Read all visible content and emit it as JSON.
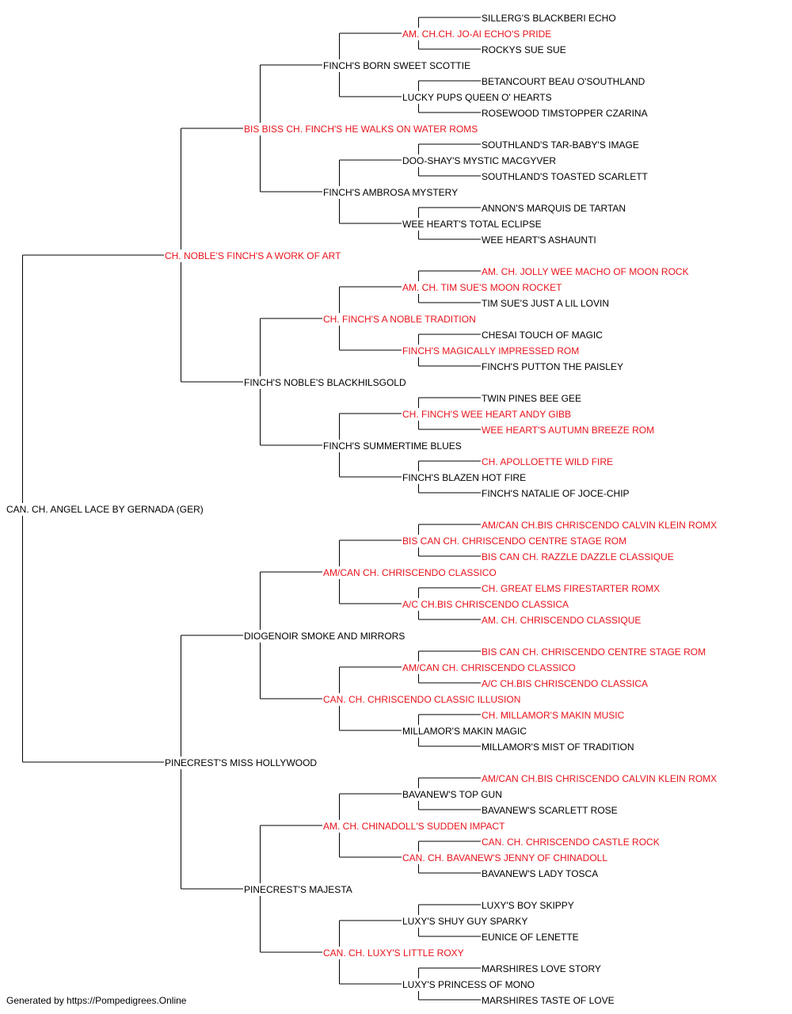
{
  "colors": {
    "champion": "#e8141c",
    "normal": "#000000",
    "line": "#000000"
  },
  "subject": {
    "name": "CAN. CH. ANGEL LACE BY GERNADA (GER)",
    "champion": false
  },
  "parents": [
    {
      "name": "CH. NOBLE'S FINCH'S A WORK OF ART",
      "champion": true
    },
    {
      "name": "PINECREST'S MISS HOLLYWOOD",
      "champion": false
    }
  ],
  "grandparents": [
    {
      "name": "BIS BISS CH. FINCH'S HE WALKS ON WATER ROMS",
      "champion": true
    },
    {
      "name": "FINCH'S NOBLE'S BLACKHILSGOLD",
      "champion": false
    },
    {
      "name": "DIOGENOIR SMOKE AND MIRRORS",
      "champion": false
    },
    {
      "name": "PINECREST'S MAJESTA",
      "champion": false
    }
  ],
  "great_grandparents": [
    {
      "name": "FINCH'S BORN SWEET SCOTTIE",
      "champion": false
    },
    {
      "name": "FINCH'S AMBROSA MYSTERY",
      "champion": false
    },
    {
      "name": "CH. FINCH'S A NOBLE TRADITION",
      "champion": true
    },
    {
      "name": "FINCH'S SUMMERTIME BLUES",
      "champion": false
    },
    {
      "name": "AM/CAN CH. CHRISCENDO CLASSICO",
      "champion": true
    },
    {
      "name": "CAN. CH. CHRISCENDO CLASSIC ILLUSION",
      "champion": true
    },
    {
      "name": "AM. CH. CHINADOLL'S SUDDEN IMPACT",
      "champion": true
    },
    {
      "name": "CAN. CH. LUXY'S LITTLE ROXY",
      "champion": true
    }
  ],
  "gen4": [
    {
      "name": "AM. CH.CH. JO-AI ECHO'S PRIDE",
      "champion": true
    },
    {
      "name": "LUCKY PUPS QUEEN O' HEARTS",
      "champion": false
    },
    {
      "name": "DOO-SHAY'S MYSTIC MACGYVER",
      "champion": false
    },
    {
      "name": "WEE HEART'S TOTAL ECLIPSE",
      "champion": false
    },
    {
      "name": "AM. CH. TIM SUE'S MOON ROCKET",
      "champion": true
    },
    {
      "name": "FINCH'S MAGICALLY IMPRESSED ROM",
      "champion": true
    },
    {
      "name": "CH. FINCH'S WEE HEART ANDY GIBB",
      "champion": true
    },
    {
      "name": "FINCH'S BLAZEN HOT FIRE",
      "champion": false
    },
    {
      "name": "BIS CAN CH. CHRISCENDO CENTRE STAGE ROM",
      "champion": true
    },
    {
      "name": "A/C CH.BIS CHRISCENDO CLASSICA",
      "champion": true
    },
    {
      "name": "AM/CAN CH. CHRISCENDO CLASSICO",
      "champion": true
    },
    {
      "name": "MILLAMOR'S MAKIN MAGIC",
      "champion": false
    },
    {
      "name": "BAVANEW'S TOP GUN",
      "champion": false
    },
    {
      "name": "CAN. CH. BAVANEW'S JENNY OF CHINADOLL",
      "champion": true
    },
    {
      "name": "LUXY'S SHUY GUY SPARKY",
      "champion": false
    },
    {
      "name": "LUXY'S PRINCESS OF MONO",
      "champion": false
    }
  ],
  "gen5": [
    {
      "name": "SILLERG'S BLACKBERI ECHO",
      "champion": false
    },
    {
      "name": "ROCKYS SUE SUE",
      "champion": false
    },
    {
      "name": "BETANCOURT BEAU O'SOUTHLAND",
      "champion": false
    },
    {
      "name": "ROSEWOOD TIMSTOPPER CZARINA",
      "champion": false
    },
    {
      "name": "SOUTHLAND'S TAR-BABY'S IMAGE",
      "champion": false
    },
    {
      "name": "SOUTHLAND'S TOASTED SCARLETT",
      "champion": false
    },
    {
      "name": "ANNON'S MARQUIS DE TARTAN",
      "champion": false
    },
    {
      "name": "WEE HEART'S ASHAUNTI",
      "champion": false
    },
    {
      "name": "AM. CH. JOLLY WEE MACHO OF MOON ROCK",
      "champion": true
    },
    {
      "name": "TIM SUE'S JUST A LIL LOVIN",
      "champion": false
    },
    {
      "name": "CHESAI TOUCH OF MAGIC",
      "champion": false
    },
    {
      "name": "FINCH'S PUTTON THE PAISLEY",
      "champion": false
    },
    {
      "name": "TWIN PINES BEE GEE",
      "champion": false
    },
    {
      "name": "WEE HEART'S AUTUMN BREEZE ROM",
      "champion": true
    },
    {
      "name": "CH. APOLLOETTE WILD FIRE",
      "champion": true
    },
    {
      "name": "FINCH'S NATALIE OF JOCE-CHIP",
      "champion": false
    },
    {
      "name": "AM/CAN CH.BIS CHRISCENDO CALVIN KLEIN ROMX",
      "champion": true
    },
    {
      "name": "BIS CAN CH. RAZZLE DAZZLE CLASSIQUE",
      "champion": true
    },
    {
      "name": "CH. GREAT ELMS FIRESTARTER ROMX",
      "champion": true
    },
    {
      "name": "AM. CH. CHRISCENDO CLASSIQUE",
      "champion": true
    },
    {
      "name": "BIS CAN CH. CHRISCENDO CENTRE STAGE ROM",
      "champion": true
    },
    {
      "name": "A/C CH.BIS CHRISCENDO CLASSICA",
      "champion": true
    },
    {
      "name": "CH. MILLAMOR'S MAKIN MUSIC",
      "champion": true
    },
    {
      "name": "MILLAMOR'S MIST OF TRADITION",
      "champion": false
    },
    {
      "name": "AM/CAN CH.BIS CHRISCENDO CALVIN KLEIN ROMX",
      "champion": true
    },
    {
      "name": "BAVANEW'S SCARLETT ROSE",
      "champion": false
    },
    {
      "name": "CAN. CH. CHRISCENDO CASTLE ROCK",
      "champion": true
    },
    {
      "name": "BAVANEW'S LADY TOSCA",
      "champion": false
    },
    {
      "name": "LUXY'S BOY SKIPPY",
      "champion": false
    },
    {
      "name": "EUNICE OF LENETTE",
      "champion": false
    },
    {
      "name": "MARSHIRES LOVE STORY",
      "champion": false
    },
    {
      "name": "MARSHIRES TASTE OF LOVE",
      "champion": false
    }
  ],
  "footer": "Generated by https://Pompedigrees.Online"
}
